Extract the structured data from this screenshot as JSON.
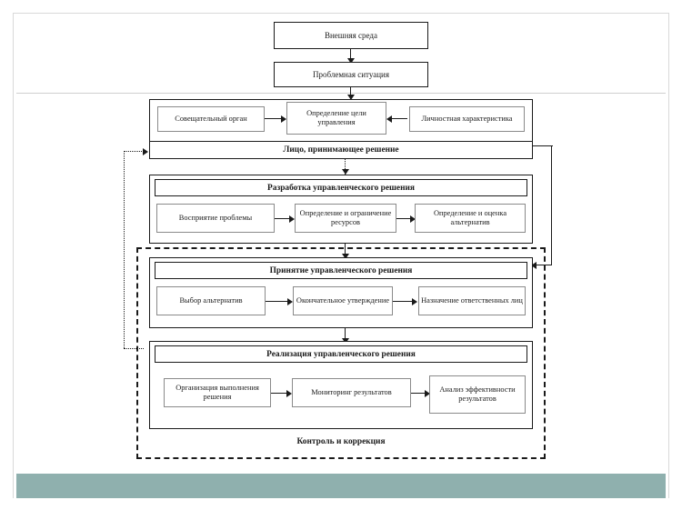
{
  "slide": {
    "accent_color": "#8fb0ae",
    "background": "#ffffff",
    "title": ""
  },
  "diagram": {
    "type": "flowchart",
    "language": "ru",
    "top_chain": [
      {
        "id": "external-environment",
        "label": "Внешняя среда"
      },
      {
        "id": "problem-situation",
        "label": "Проблемная ситуация"
      }
    ],
    "sections": [
      {
        "id": "decision-maker",
        "header": "Лицо, принимающее решение",
        "header_position": "bottom",
        "items": [
          {
            "id": "advisory-body",
            "label": "Совещательный орган"
          },
          {
            "id": "management-goal",
            "label": "Определение цели управления"
          },
          {
            "id": "personal-characteristics",
            "label": "Личностная характеристика"
          }
        ]
      },
      {
        "id": "development",
        "header": "Разработка управленческого решения",
        "header_position": "top",
        "items": [
          {
            "id": "problem-perception",
            "label": "Восприятие  проблемы"
          },
          {
            "id": "resource-definition",
            "label": "Определение и ограничение ресурсов"
          },
          {
            "id": "alternatives-evaluation",
            "label": "Определение и оценка альтернатив"
          }
        ]
      },
      {
        "id": "adoption",
        "header": "Принятие управленческого решения",
        "header_position": "top",
        "items": [
          {
            "id": "choose-alternative",
            "label": "Выбор альтернатив"
          },
          {
            "id": "final-approval",
            "label": "Окончательное утверждение"
          },
          {
            "id": "assign-responsible",
            "label": "Назначение ответственных лиц"
          }
        ]
      },
      {
        "id": "implementation",
        "header": "Реализация управленческого решения",
        "header_position": "top",
        "items": [
          {
            "id": "organize-execution",
            "label": "Организация выполнения решения"
          },
          {
            "id": "monitoring-results",
            "label": "Мониторинг результатов"
          },
          {
            "id": "effectiveness-analysis",
            "label": "Анализ эффективности результатов"
          }
        ]
      }
    ],
    "control_zone": {
      "id": "control-correction",
      "label": "Контроль и коррекция",
      "style": "dashed"
    }
  }
}
